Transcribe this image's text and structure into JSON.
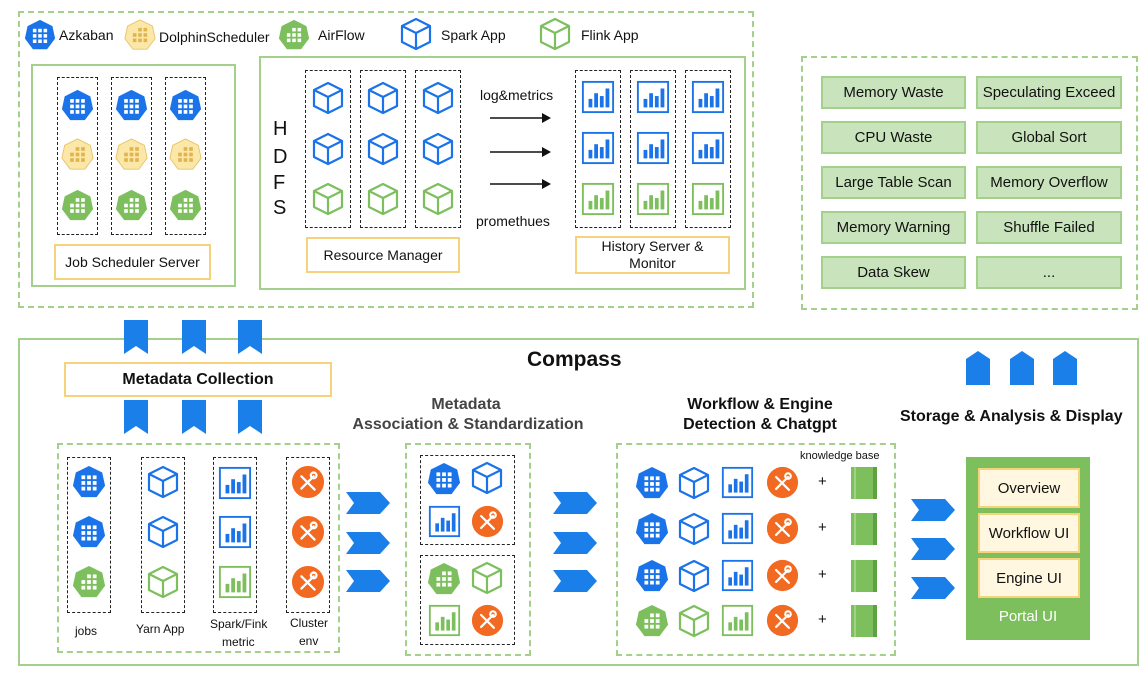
{
  "legend": [
    {
      "label": "Azkaban",
      "icon": "azkaban-icon"
    },
    {
      "label": "DolphinScheduler",
      "icon": "dolphinscheduler-icon"
    },
    {
      "label": "AirFlow",
      "icon": "airflow-icon"
    },
    {
      "label": "Spark App",
      "icon": "spark-app-icon"
    },
    {
      "label": "Flink App",
      "icon": "flink-app-icon"
    }
  ],
  "top": {
    "job_scheduler_label": "Job Scheduler Server",
    "hdfs_letters": [
      "H",
      "D",
      "F",
      "S"
    ],
    "resource_manager_label": "Resource Manager",
    "log_metrics_label": "log&metrics",
    "prometheus_label": "promethues",
    "history_server_label": "History Server & Monitor"
  },
  "diagnosis": {
    "items": [
      "Memory Waste",
      "Speculating Exceed",
      "CPU  Waste",
      "Global Sort",
      "Large Table Scan",
      "Memory Overflow",
      "Memory Warning",
      "Shuffle Failed",
      "Data Skew",
      "..."
    ]
  },
  "compass": {
    "title": "Compass",
    "metadata_collection": "Metadata Collection",
    "assoc_title_1": "Metadata",
    "assoc_title_2": "Association & Standardization",
    "workflow_title_1": "Workflow & Engine",
    "workflow_title_2": "Detection & Chatgpt",
    "storage_title": "Storage & Analysis & Display",
    "knowledge_base": "knowledge base",
    "plus": "+",
    "collection_labels": {
      "jobs": "jobs",
      "yarn": "Yarn App",
      "spark_1": "Spark/Fink",
      "spark_2": "metric",
      "cluster_1": "Cluster",
      "cluster_2": "env"
    },
    "portal": {
      "items": [
        "Overview",
        "Workflow  UI",
        "Engine UI"
      ],
      "label": "Portal UI"
    }
  },
  "colors": {
    "green_border": "#a3d18c",
    "green_fill": "#c9e4bd",
    "blue": "#1a73e8",
    "yellow": "#f6d27a",
    "portal": "#7cbf5c",
    "orange": "#f26a21"
  }
}
